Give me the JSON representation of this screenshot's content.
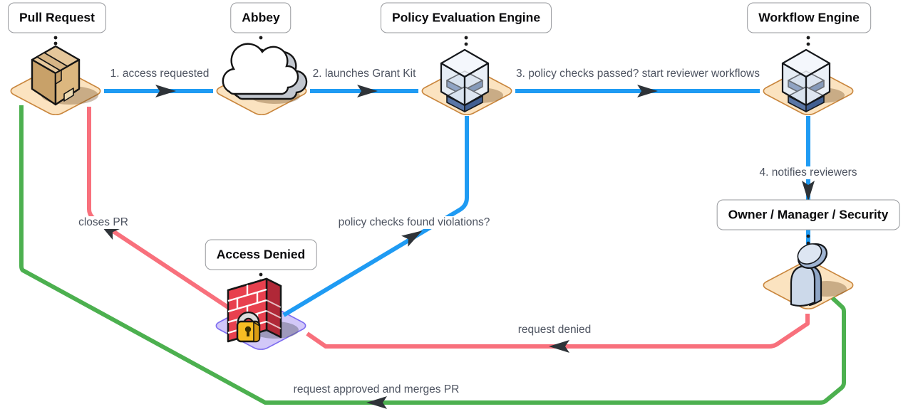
{
  "diagram": {
    "background": "#ffffff",
    "nodes": [
      {
        "id": "pull-request",
        "label": "Pull Request",
        "icon": "package-box-icon",
        "tile_color": "#fbe3c0",
        "tile_border": "#c9863d"
      },
      {
        "id": "abbey",
        "label": "Abbey",
        "icon": "cloud-icon",
        "tile_color": "#fbe3c0",
        "tile_border": "#c9863d"
      },
      {
        "id": "policy-evaluation-engine",
        "label": "Policy Evaluation Engine",
        "icon": "server-cube-icon",
        "tile_color": "#fbe3c0",
        "tile_border": "#c9863d"
      },
      {
        "id": "workflow-engine",
        "label": "Workflow Engine",
        "icon": "server-cube-icon",
        "tile_color": "#fbe3c0",
        "tile_border": "#c9863d"
      },
      {
        "id": "owner-manager-security",
        "label": "Owner / Manager / Security",
        "icon": "person-icon",
        "tile_color": "#fbe3c0",
        "tile_border": "#c9863d"
      },
      {
        "id": "access-denied",
        "label": "Access Denied",
        "icon": "firewall-lock-icon",
        "tile_color": "#d2c8f8",
        "tile_border": "#7d6cf0"
      }
    ],
    "edges": [
      {
        "from": "pull-request",
        "to": "abbey",
        "label": "1. access requested",
        "color": "#1f9bf3"
      },
      {
        "from": "abbey",
        "to": "policy-evaluation-engine",
        "label": "2. launches Grant Kit",
        "color": "#1f9bf3"
      },
      {
        "from": "policy-evaluation-engine",
        "to": "workflow-engine",
        "label": "3. policy checks passed? start reviewer workflows",
        "color": "#1f9bf3"
      },
      {
        "from": "workflow-engine",
        "to": "owner-manager-security",
        "label": "4. notifies reviewers",
        "color": "#1f9bf3"
      },
      {
        "from": "access-denied",
        "to": "policy-evaluation-engine",
        "label": "policy checks found violations?",
        "color": "#1f9bf3"
      },
      {
        "from": "access-denied",
        "to": "pull-request",
        "label": "closes PR",
        "color": "#f8707c"
      },
      {
        "from": "owner-manager-security",
        "to": "access-denied",
        "label": "request denied",
        "color": "#f8707c"
      },
      {
        "from": "owner-manager-security",
        "to": "pull-request",
        "label": "request approved and merges PR",
        "color": "#4cb04f"
      }
    ],
    "colors": {
      "edge_blue": "#1f9bf3",
      "edge_red": "#f8707c",
      "edge_green": "#4cb04f",
      "arrowhead": "#2e3338",
      "edge_label_text": "#4e5461",
      "canvas_background": "#ffffff"
    }
  }
}
